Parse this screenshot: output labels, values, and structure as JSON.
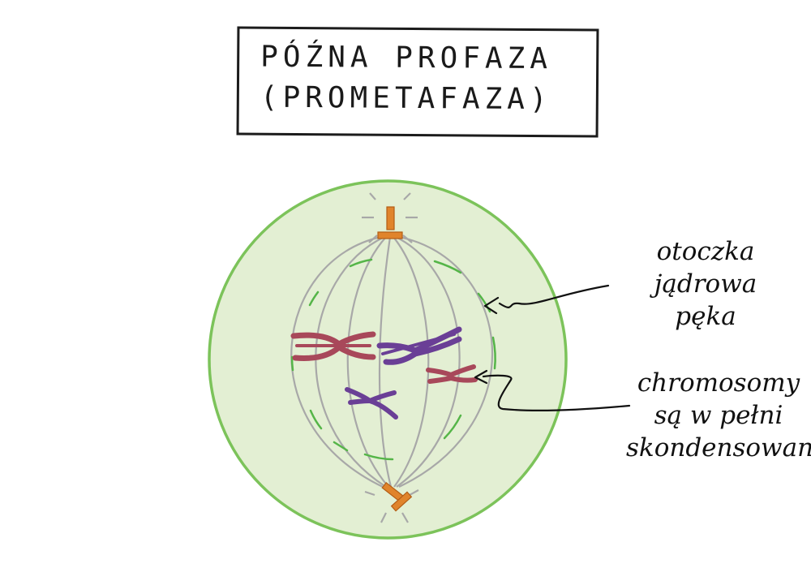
{
  "title": {
    "line1": "PÓŹNA PROFAZA",
    "line2": "(PROMETAFAZA)"
  },
  "labels": {
    "nuclear_envelope": [
      "otoczka",
      "jądrowa",
      "pęka"
    ],
    "chromosomes": [
      "chromosomy",
      "są w pełni",
      "skondensowane"
    ]
  },
  "colors": {
    "cell_fill": "#e3efd3",
    "cell_outline": "#7cc35a",
    "spindle": "#a8a8a8",
    "envelope_fragment": "#55b548",
    "centrosome": "#e0842c",
    "chromosome_red": "#a8485a",
    "chromosome_purple": "#6a3f96",
    "ink": "#111111"
  }
}
